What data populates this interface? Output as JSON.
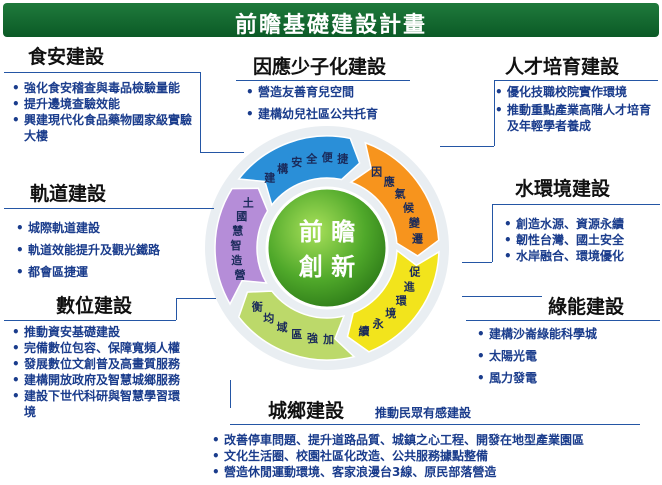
{
  "title": "前瞻基礎建設計畫",
  "center": {
    "line1": "前 瞻",
    "line2": "創 新"
  },
  "ring": {
    "segments": [
      {
        "label": "建構安全便捷",
        "color": "#2a8fd8"
      },
      {
        "label": "因應氣候變遷",
        "color": "#f7941d"
      },
      {
        "label": "促進環境永續",
        "color": "#f2e41c"
      },
      {
        "label": "加強區域均衡",
        "color": "#bcd96a"
      },
      {
        "label": "營造智慧國土",
        "color": "#b58dd8"
      }
    ]
  },
  "sections": {
    "food": {
      "title": "食安建設",
      "items": [
        "強化食安稽查與毒品檢驗量能",
        "提升邊境查驗效能",
        "興建現代化食品藥物國家級實驗大樓"
      ]
    },
    "child": {
      "title": "因應少子化建設",
      "items": [
        "營造友善育兒空間",
        "建構幼兒社區公共托育"
      ]
    },
    "talent": {
      "title": "人才培育建設",
      "items": [
        "優化技職校院實作環境",
        "推動重點產業高階人才培育及年輕學者養成"
      ]
    },
    "rail": {
      "title": "軌道建設",
      "items": [
        "城際軌道建設",
        "軌道效能提升及觀光鐵路",
        "都會區捷運"
      ]
    },
    "water": {
      "title": "水環境建設",
      "items": [
        "創造水源、資源永續",
        "韌性台灣、國土安全",
        "水岸融合、環境優化"
      ]
    },
    "digital": {
      "title": "數位建設",
      "items": [
        "推動資安基礎建設",
        "完備數位包容、保障寬頻人權",
        "發展數位文創普及高畫質服務",
        "建構開放政府及智慧城鄉服務",
        "建設下世代科研與智慧學習環境"
      ]
    },
    "green": {
      "title": "綠能建設",
      "items": [
        "建構沙崙綠能科學城",
        "太陽光電",
        "風力發電"
      ]
    },
    "urban": {
      "title": "城鄉建設",
      "subtitle": "推動民眾有感建設",
      "items": [
        "改善停車問題、提升道路品質、城鎮之心工程、開發在地型產業園區",
        "文化生活圈、校園社區化改造、公共服務據點整備",
        "營造休閒運動環境、客家浪漫台3線、原民部落營造"
      ]
    }
  }
}
